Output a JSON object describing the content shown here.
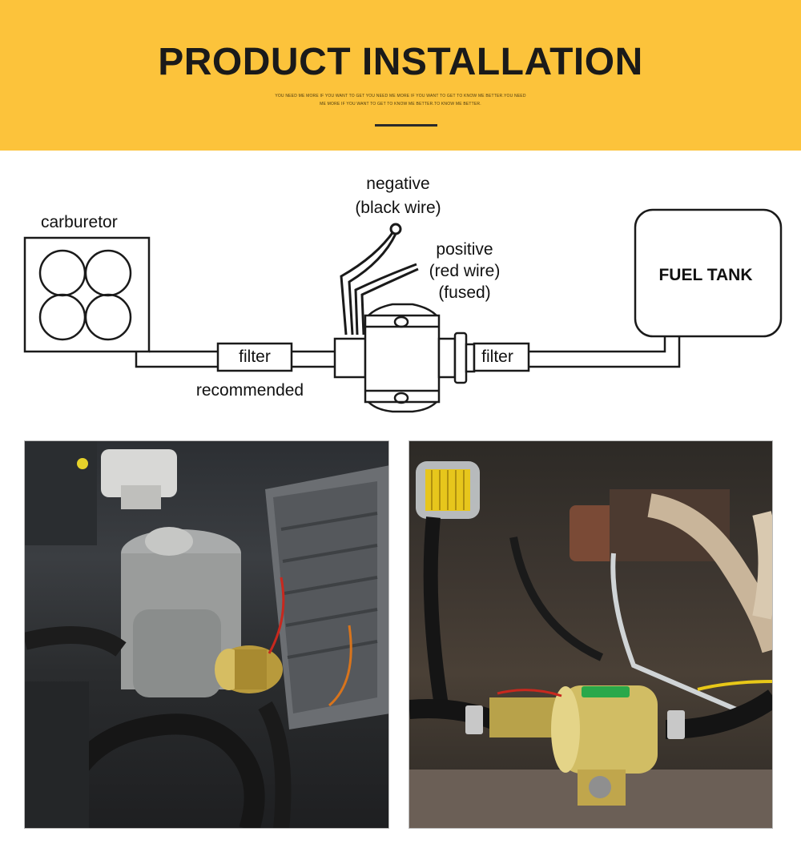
{
  "banner": {
    "title": "PRODUCT INSTALLATION",
    "subtitle_line1": "YOU NEED ME MORE IF YOU WANT TO GET YOU NEED ME MORE IF YOU WANT TO GET TO KNOW ME BETTER.YOU NEED",
    "subtitle_line2": "ME MORE IF YOU WANT TO GET TO KNOW ME BETTER.TO KNOW ME BETTER.",
    "background_color": "#fcc33b"
  },
  "diagram": {
    "carburetor_label": "carburetor",
    "negative_label_line1": "negative",
    "negative_label_line2": "(black wire)",
    "positive_label_line1": "positive",
    "positive_label_line2": "(red wire)",
    "positive_label_line3": "(fused)",
    "filter_left_label": "filter",
    "filter_right_label": "filter",
    "recommended_label": "recommended",
    "fuel_tank_label": "FUEL TANK"
  },
  "photos": {
    "left": "engine-bay-installation-photo",
    "right": "fuel-pump-closeup-photo"
  }
}
